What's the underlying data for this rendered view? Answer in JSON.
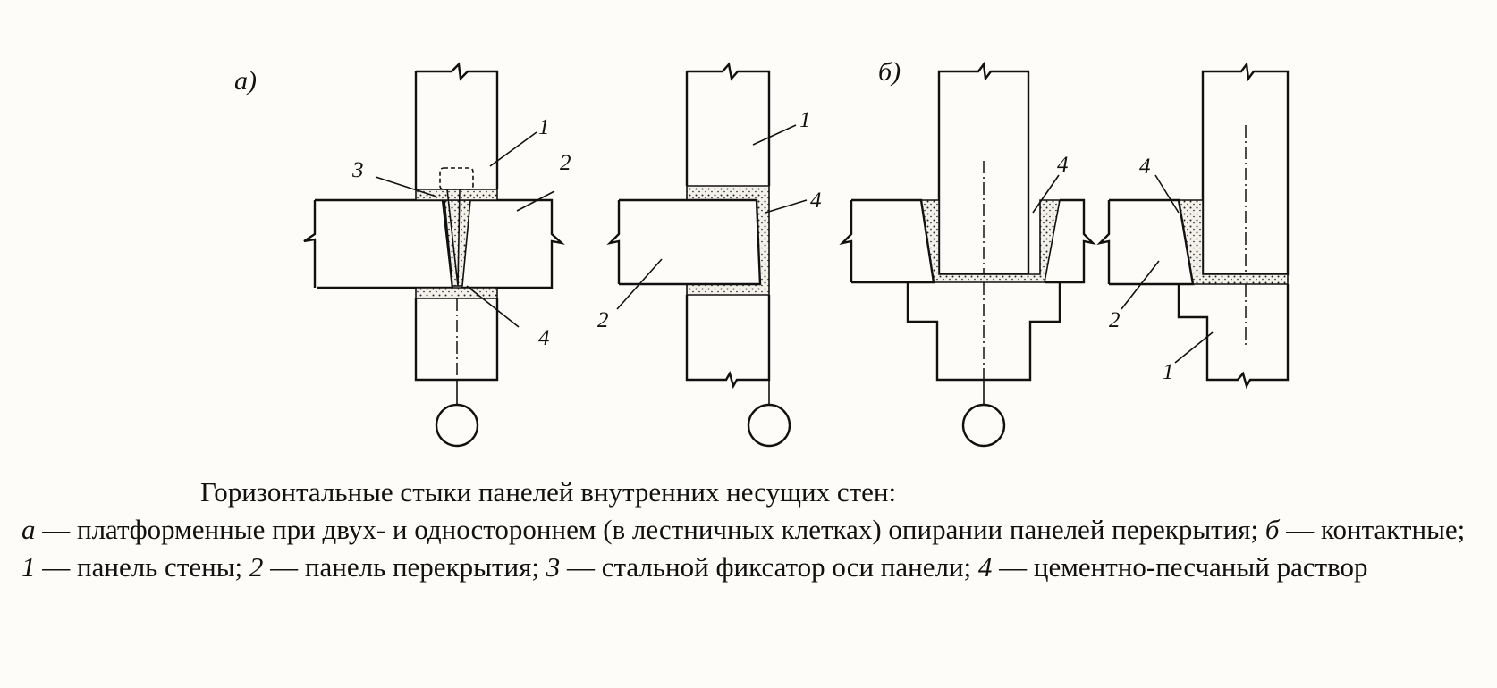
{
  "figure": {
    "sub_a": "а)",
    "sub_b": "б)",
    "labels": {
      "a1_n1": "1",
      "a1_n2": "2",
      "a1_n3": "3",
      "a1_n4": "4",
      "a2_n1": "1",
      "a2_n2": "2",
      "a2_n4": "4",
      "b1_n4": "4",
      "b2_n1": "1",
      "b2_n2": "2",
      "b2_n4": "4"
    }
  },
  "caption": {
    "title": "Горизонтальные стыки панелей внутренних несущих стен:",
    "a_key": "а",
    "a_text": " — платформенные при двух- и одностороннем (в лестничных клетках) опирании панелей перекрытия; ",
    "b_key": "б",
    "b_text": " — контактные; ",
    "k1": "1",
    "t1": " — панель стены; ",
    "k2": "2",
    "t2": " — панель перекрытия; ",
    "k3": "3",
    "t3": " — стальной фиксатор оси панели; ",
    "k4": "4",
    "t4": " — цементно-песчаный раствор"
  }
}
